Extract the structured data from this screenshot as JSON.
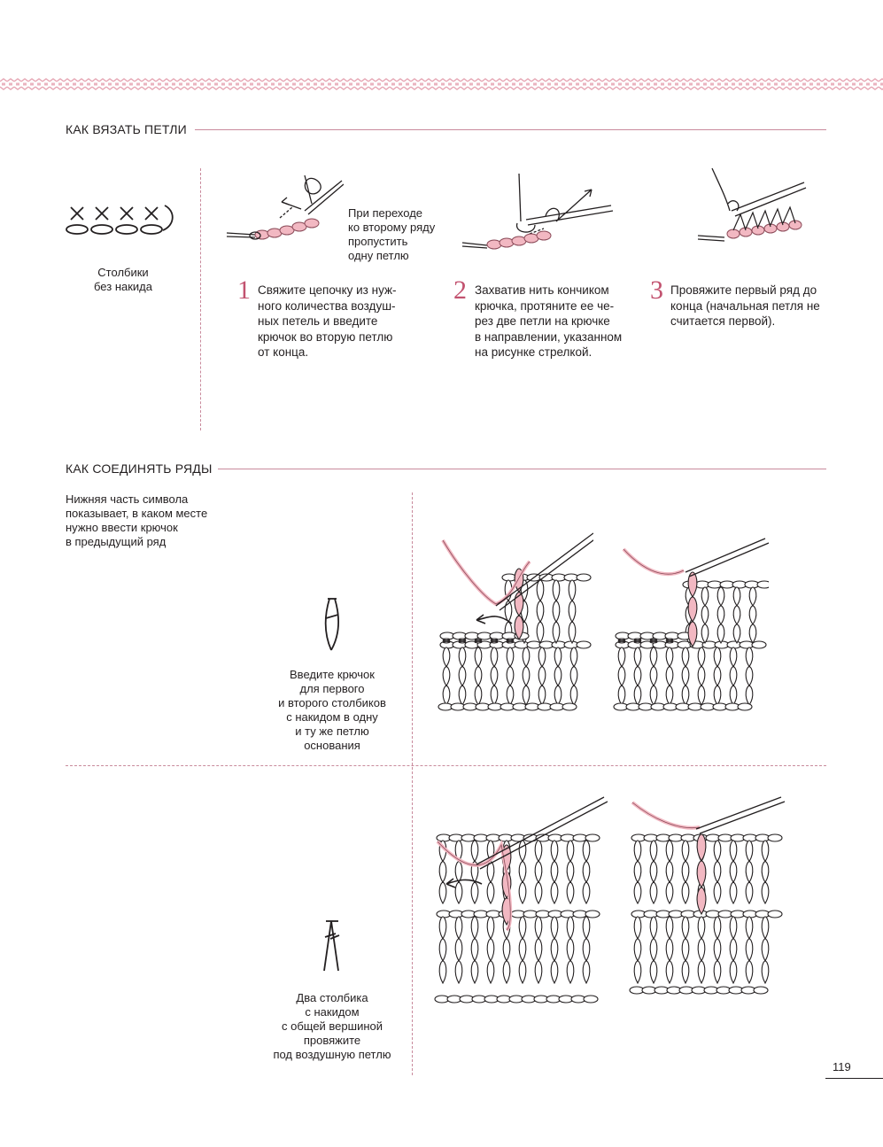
{
  "colors": {
    "accent": "#c2526f",
    "pink_yarn": "#f2b8c2",
    "line": "#c98a9c",
    "ink": "#231f20"
  },
  "section1": {
    "title": "КАК ВЯЗАТЬ ПЕТЛИ",
    "symbol_caption_line1": "Столбики",
    "symbol_caption_line2": "без накида",
    "annotation": [
      "При переходе",
      "ко второму ряду",
      "пропустить",
      "одну петлю"
    ],
    "steps": [
      {
        "num": "1",
        "lines": [
          "Свяжите цепочку из нуж-",
          "ного количества воздуш-",
          "ных петель и введите",
          "крючок во вторую петлю",
          "от конца."
        ]
      },
      {
        "num": "2",
        "lines": [
          "Захватив нить кончиком",
          "крючка, протяните ее че-",
          "рез две петли на крючке",
          "в направлении, указанном",
          "на рисунке стрелкой."
        ]
      },
      {
        "num": "3",
        "lines": [
          "Провяжите первый ряд до",
          "конца (начальная петля не",
          "считается первой)."
        ]
      }
    ]
  },
  "section2": {
    "title": "КАК СОЕДИНЯТЬ РЯДЫ",
    "intro": [
      "Нижняя часть символа",
      "показывает, в каком месте",
      "нужно ввести крючок",
      "в предыдущий ряд"
    ],
    "caption_a": [
      "Введите крючок",
      "для первого",
      "и второго столбиков",
      "с накидом в одну",
      "и ту же петлю",
      "основания"
    ],
    "caption_b": [
      "Два столбика",
      "с накидом",
      "с общей вершиной",
      "провяжите",
      "под воздушную петлю"
    ]
  },
  "page_number": "119"
}
